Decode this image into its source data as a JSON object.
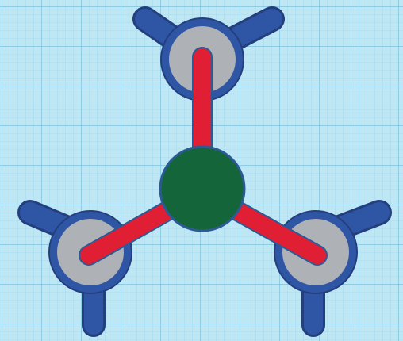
{
  "workplane": {
    "background": "#bfe6f3",
    "grid_minor_color": "#93d0e8",
    "grid_major_color": "#6fbcdc"
  },
  "model": {
    "center_atom": {
      "shape": "sphere",
      "color": "#14663a",
      "outline": "#2b5a94"
    },
    "bonds": {
      "count": 3,
      "color": "#e01f35",
      "outline": "#2b5a94"
    },
    "end_connectors": {
      "count": 3,
      "ring_color": "#aeb1b6",
      "body_color": "#2f56a5",
      "outline": "#243f7e"
    }
  }
}
